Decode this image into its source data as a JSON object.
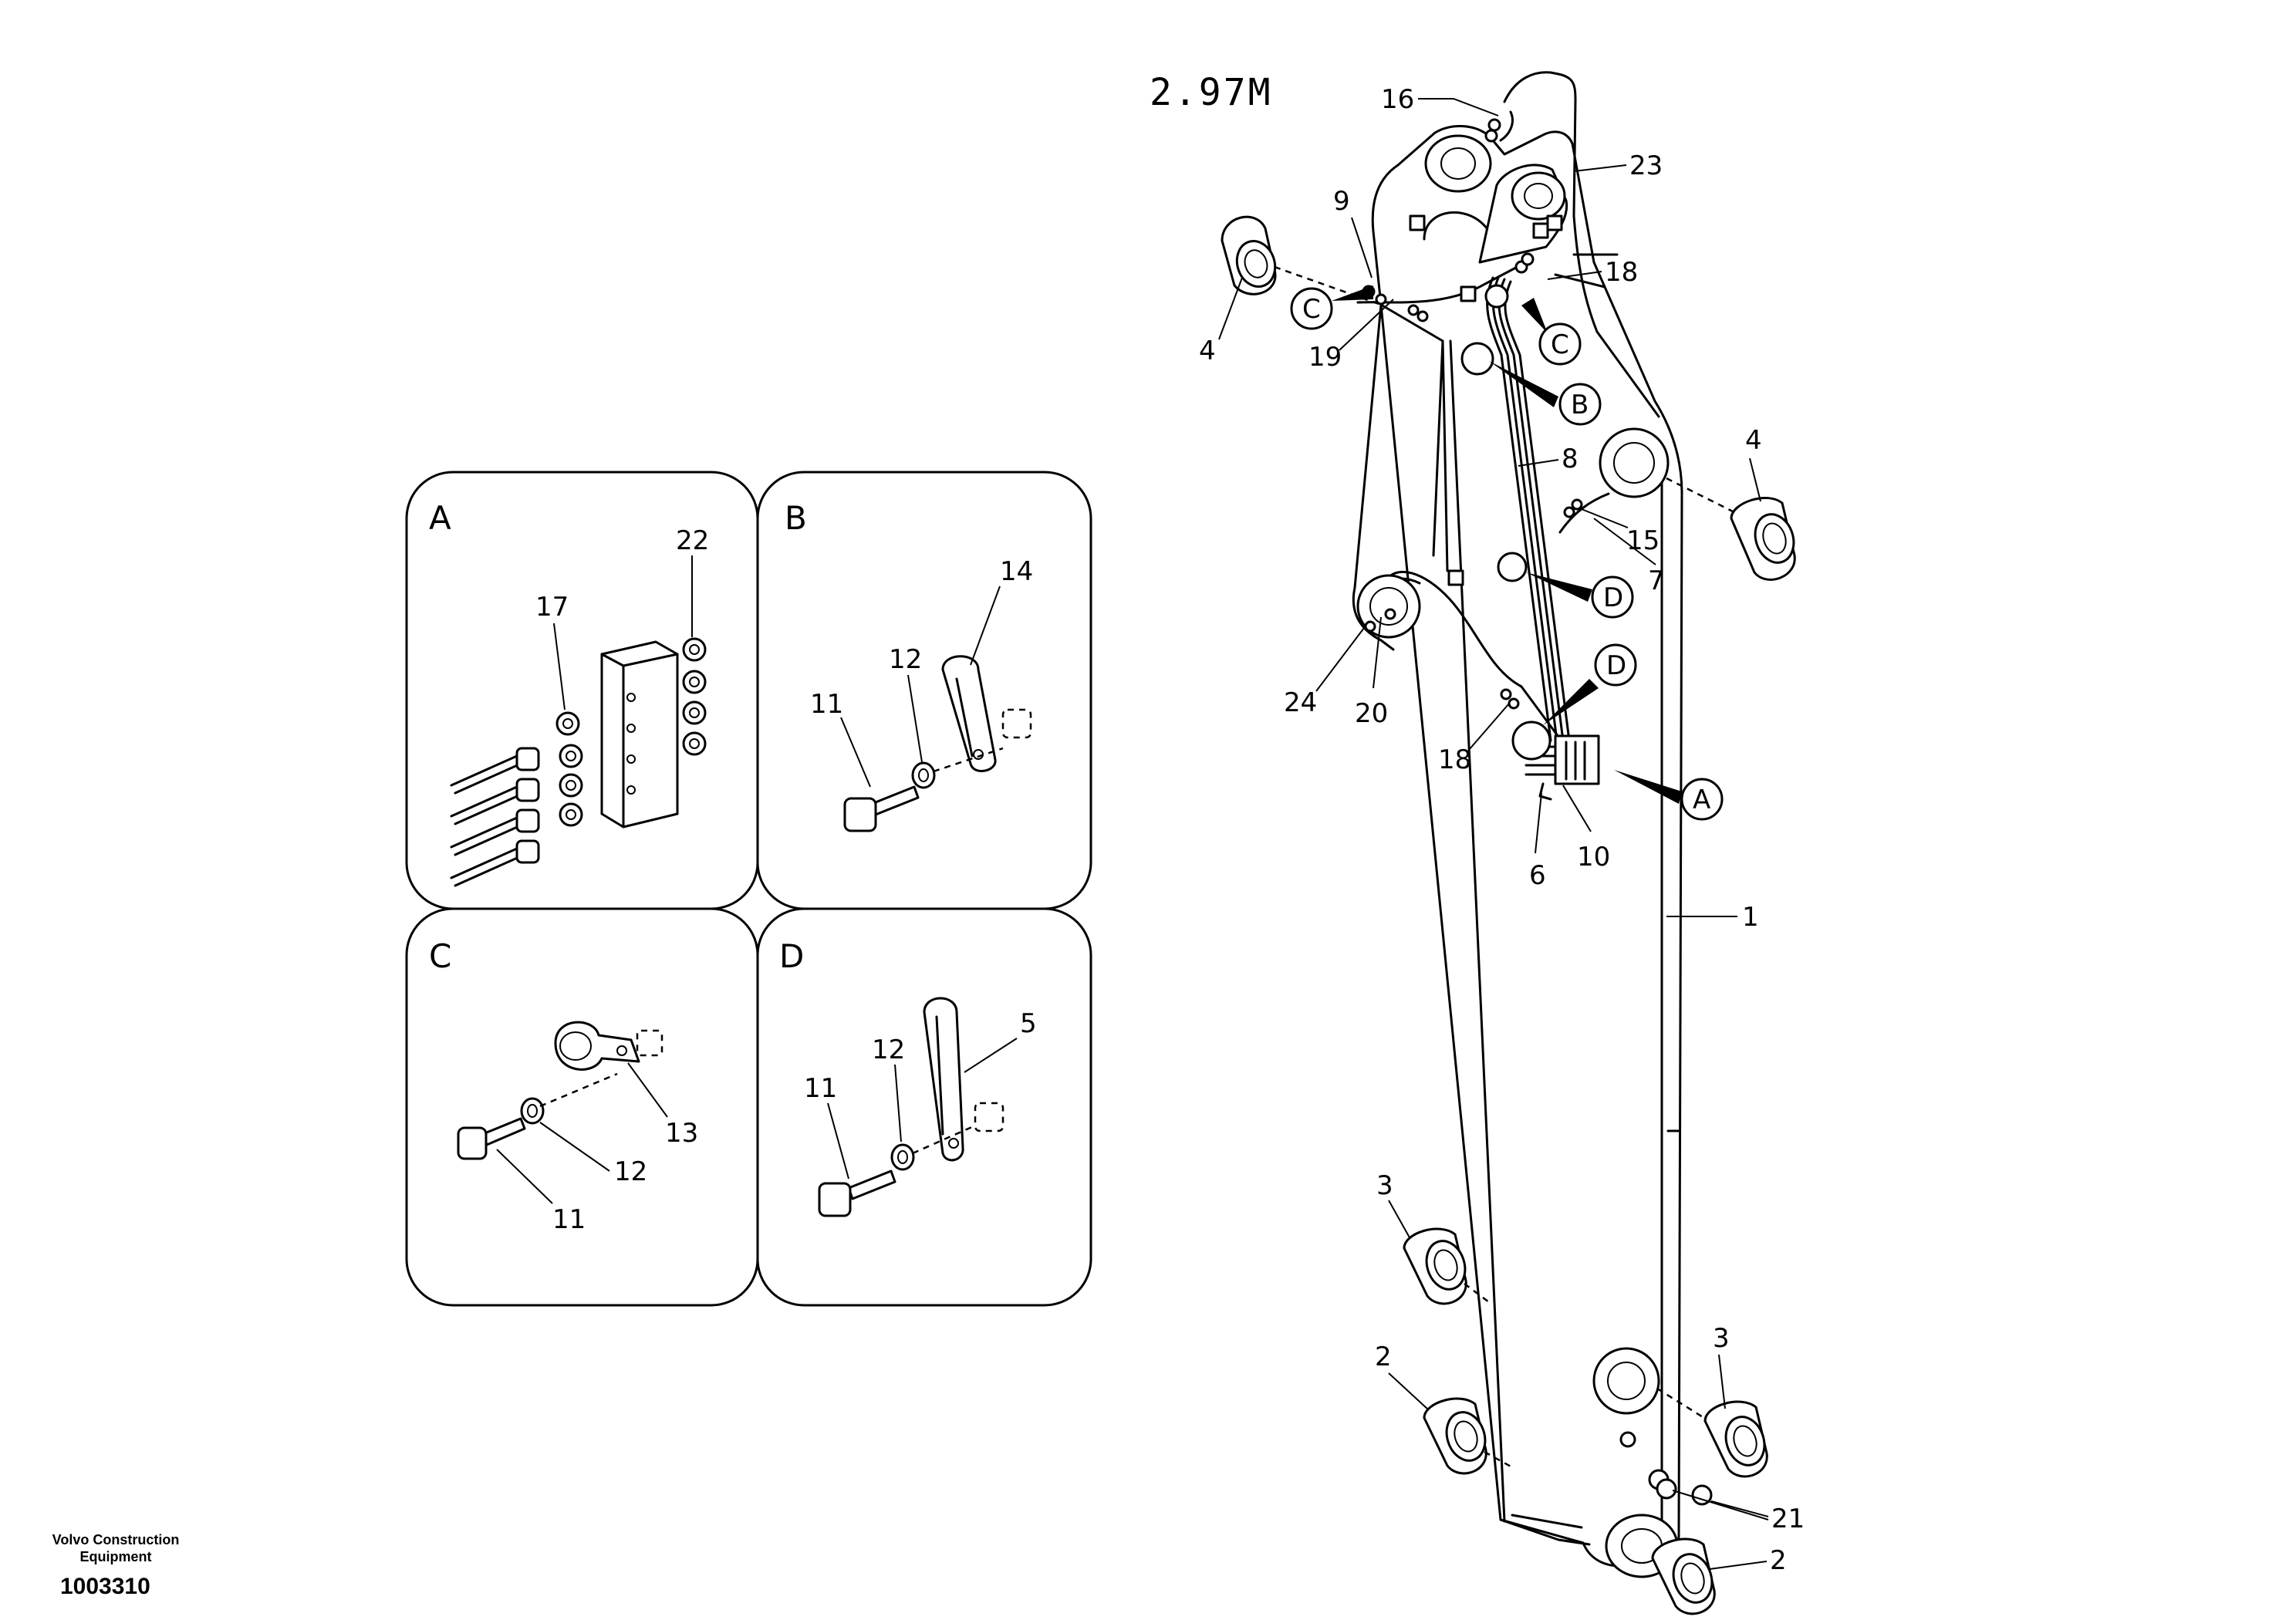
{
  "diagram": {
    "title": "2.97M",
    "panels": [
      {
        "key": "A",
        "label": "A"
      },
      {
        "key": "B",
        "label": "B"
      },
      {
        "key": "C",
        "label": "C"
      },
      {
        "key": "D",
        "label": "D"
      }
    ],
    "panel_callouts": {
      "A": [
        "22",
        "17"
      ],
      "B": [
        "14",
        "12",
        "11"
      ],
      "C": [
        "13",
        "12",
        "11"
      ],
      "D": [
        "5",
        "12",
        "11"
      ]
    },
    "main_callouts": [
      "16",
      "23",
      "9",
      "18",
      "4",
      "19",
      "4",
      "8",
      "15",
      "7",
      "24",
      "20",
      "18",
      "10",
      "6",
      "1",
      "3",
      "3",
      "2",
      "21",
      "2"
    ],
    "detail_refs": [
      "C",
      "C",
      "B",
      "D",
      "D",
      "A"
    ]
  },
  "footer": {
    "company_line1": "Volvo Construction",
    "company_line2": "Equipment",
    "doc_number": "1003310"
  }
}
